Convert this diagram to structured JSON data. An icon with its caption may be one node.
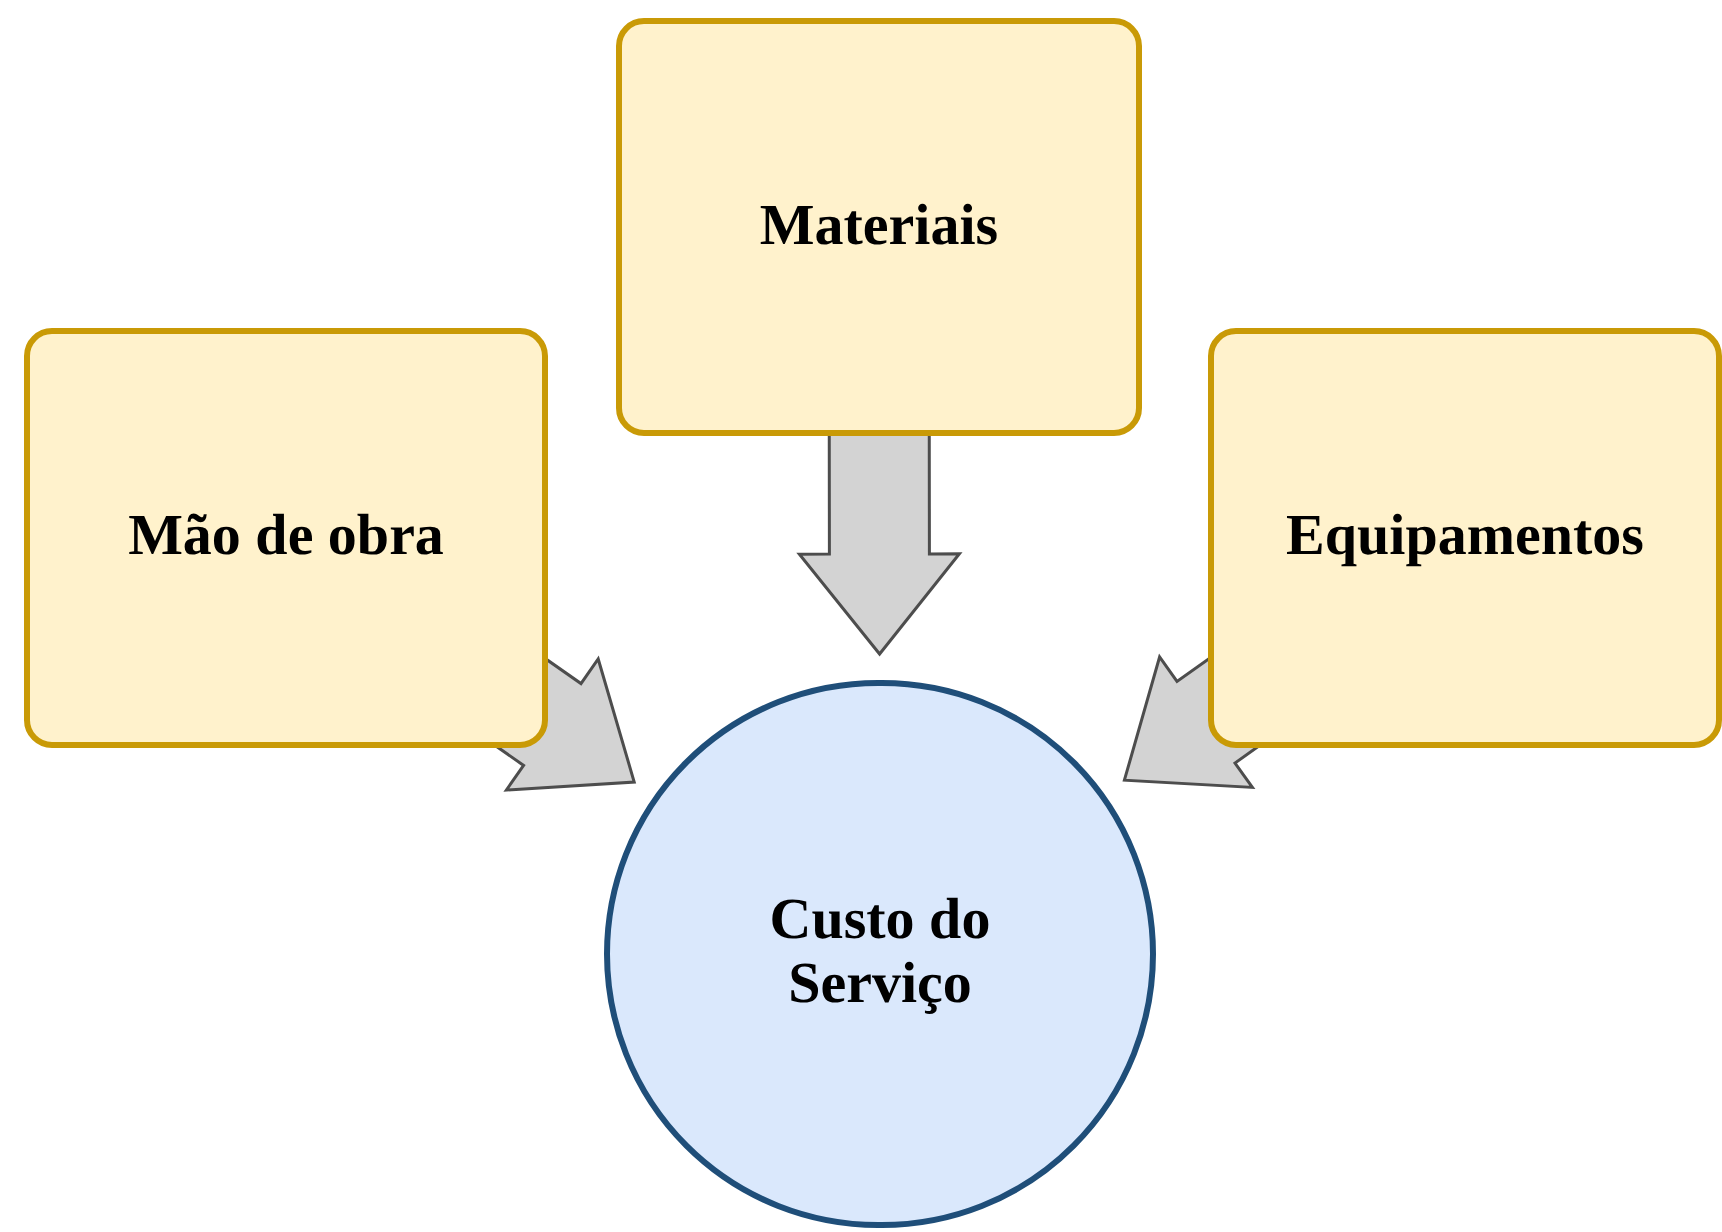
{
  "diagram": {
    "nodes": [
      {
        "text": [
          "Mão de obra"
        ]
      },
      {
        "text": [
          "Materiais"
        ]
      },
      {
        "text": [
          "Equipamentos"
        ]
      },
      {
        "text": [
          "Custo do Serviço"
        ]
      }
    ],
    "edges": [
      {
        "from": 0,
        "to": 3,
        "arrow": "to"
      },
      {
        "from": 1,
        "to": 3,
        "arrow": "to"
      },
      {
        "from": 2,
        "to": 3,
        "arrow": "to"
      }
    ]
  }
}
